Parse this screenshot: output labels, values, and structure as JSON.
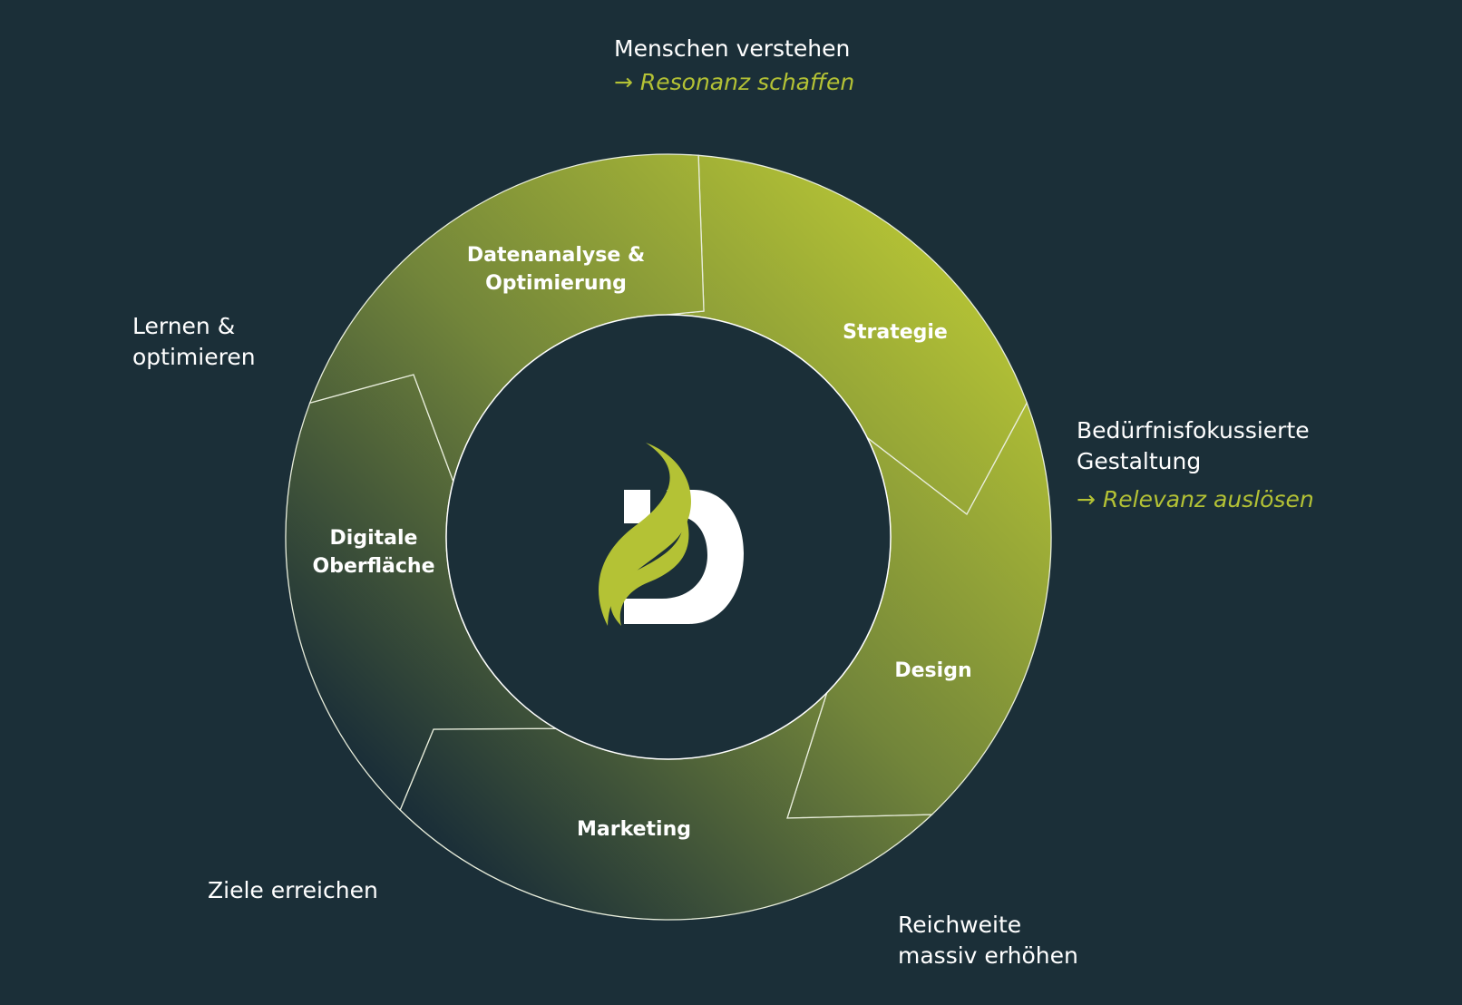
{
  "colors": {
    "background": "#1b2f38",
    "accent": "#b4c235",
    "segment_light": "#b4c235",
    "segment_dark": "#1b2f38",
    "text": "#ffffff"
  },
  "segments": [
    {
      "label_line1": "Strategie",
      "label_line2": ""
    },
    {
      "label_line1": "Design",
      "label_line2": ""
    },
    {
      "label_line1": "Marketing",
      "label_line2": ""
    },
    {
      "label_line1": "Digitale",
      "label_line2": "Oberfläche"
    },
    {
      "label_line1": "Datenanalyse &",
      "label_line2": "Optimierung"
    }
  ],
  "outcomes": {
    "top": {
      "line1": "Menschen verstehen",
      "accent": "→ Resonanz schaffen"
    },
    "right": {
      "line1": "Bedürfnisfokussierte",
      "line2": "Gestaltung",
      "accent": "→ Relevanz auslösen"
    },
    "bottom_right": {
      "line1": "Reichweite",
      "line2": "massiv erhöhen"
    },
    "bottom_left": {
      "line1": "Ziele erreichen"
    },
    "left": {
      "line1": "Lernen &",
      "line2": "optimieren"
    }
  },
  "center_logo": {
    "icon": "d-flame-logo-icon"
  }
}
